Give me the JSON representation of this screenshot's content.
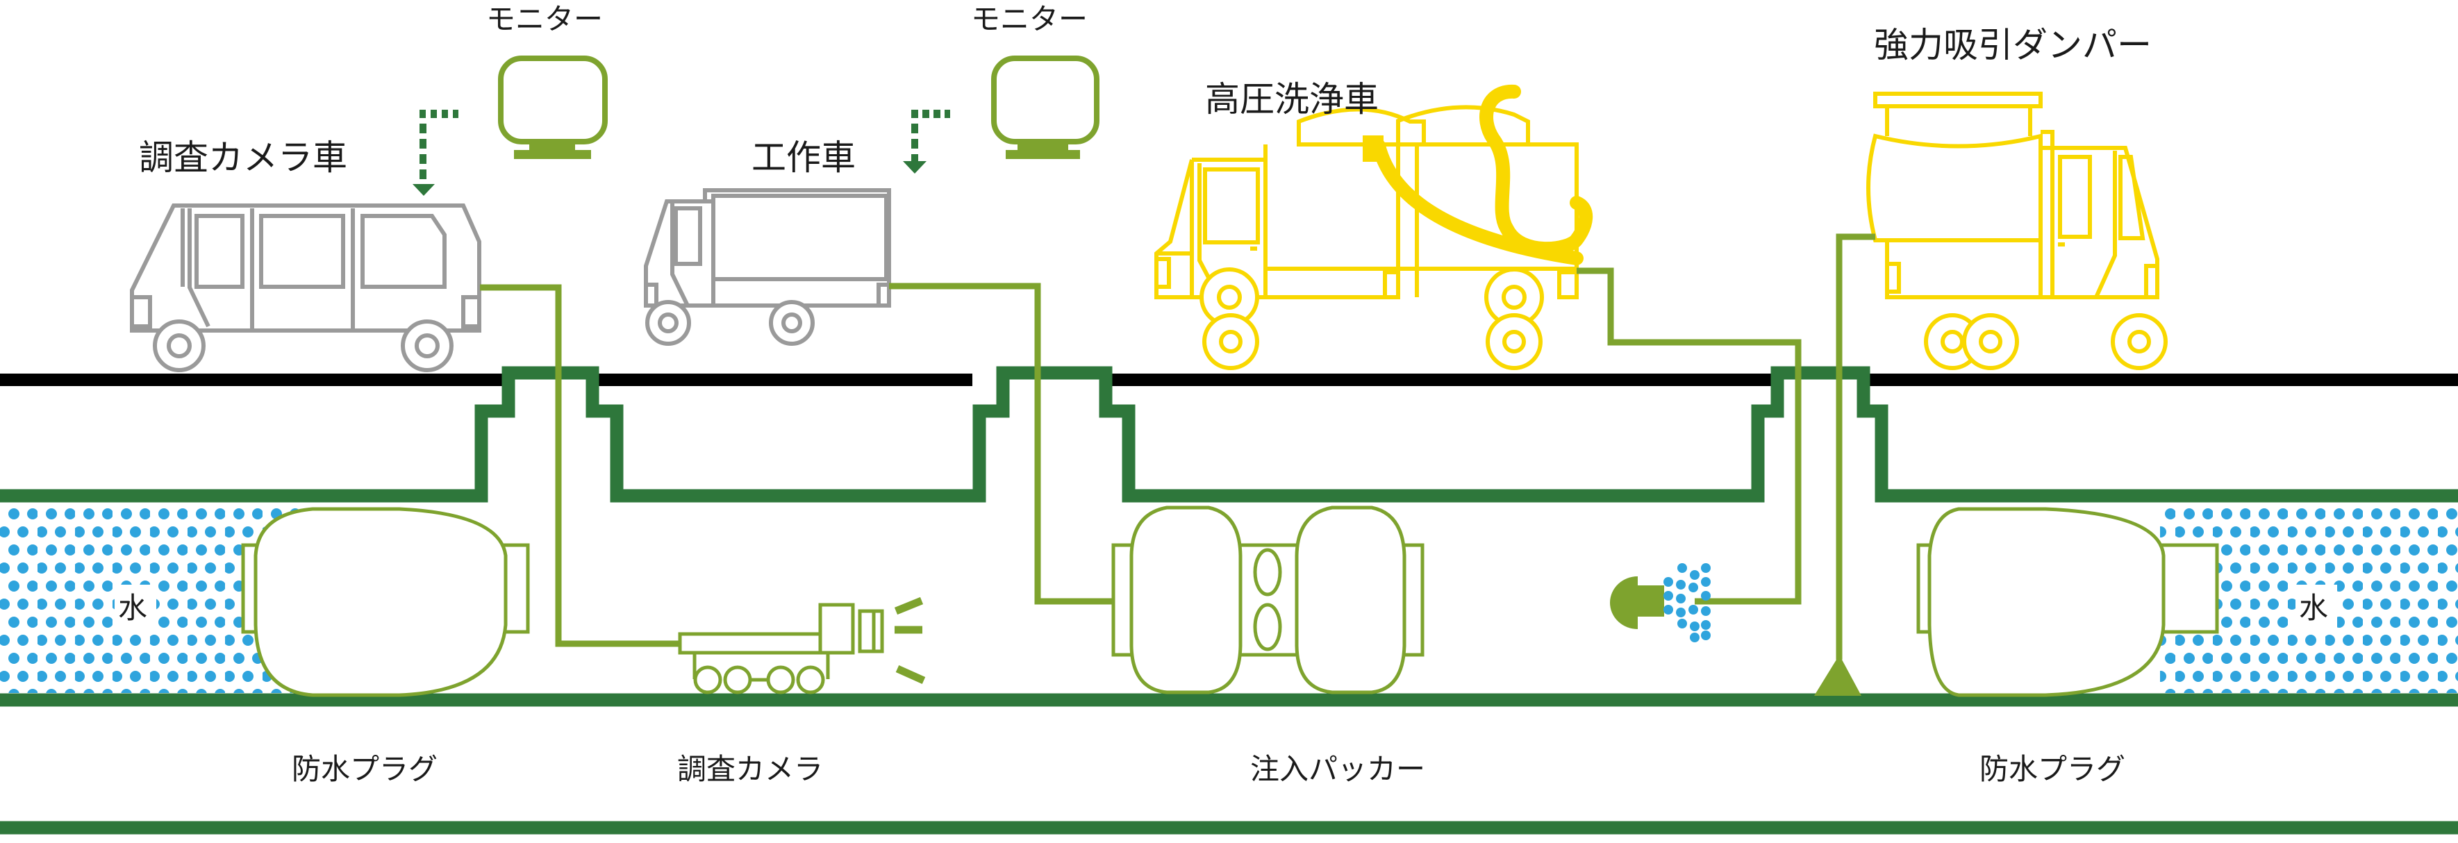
{
  "diagram": {
    "colors": {
      "dark_green": "#2e773b",
      "olive": "#7ea32e",
      "water_blue": "#2fa4dd",
      "yellow": "#f9d800",
      "gray": "#9a9a9a",
      "road": "#000000",
      "text": "#1a1a1a"
    },
    "vehicles": {
      "survey_camera_car": {
        "label": "調査カメラ車"
      },
      "work_truck": {
        "label": "工作車"
      },
      "high_pressure_washer": {
        "label": "高圧洗浄車"
      },
      "suction_dumper": {
        "label": "強力吸引ダンパー"
      }
    },
    "monitors": [
      {
        "label": "モニター"
      },
      {
        "label": "モニター"
      }
    ],
    "underground": {
      "left_plug": {
        "label": "防水プラグ"
      },
      "survey_camera": {
        "label": "調査カメラ"
      },
      "injection_packer": {
        "label": "注入パッカー"
      },
      "right_plug": {
        "label": "防水プラグ"
      },
      "water_left": {
        "label": "水"
      },
      "water_right": {
        "label": "水"
      }
    }
  }
}
